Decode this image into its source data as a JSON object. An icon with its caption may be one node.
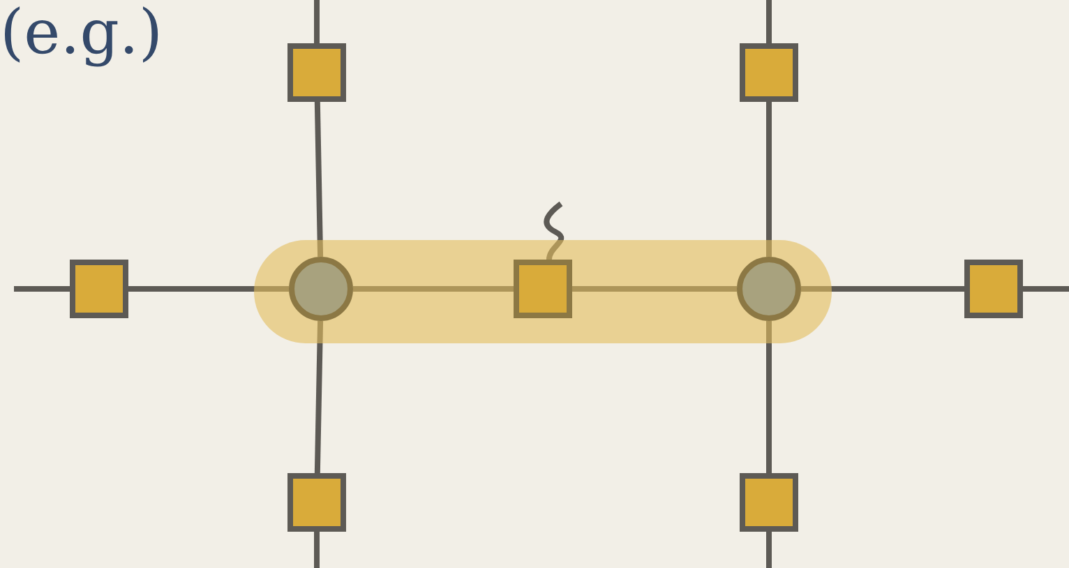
{
  "diagram": {
    "nodes": [
      {
        "text": [],
        "shape": "box"
      },
      {
        "text": [],
        "shape": "box"
      },
      {
        "text": [],
        "shape": "box"
      },
      {
        "text": [],
        "shape": "band"
      },
      {
        "text": [],
        "shape": "circle",
        "in": 3
      },
      {
        "text": [],
        "shape": "box",
        "in": 3
      },
      {
        "text": [],
        "shape": "circle",
        "in": 3
      },
      {
        "text": [],
        "shape": "box"
      },
      {
        "text": [],
        "shape": "box"
      },
      {
        "text": [],
        "shape": "box"
      }
    ],
    "edges": [
      {
        "from": null,
        "to": 0,
        "arrow": "none"
      },
      {
        "from": 0,
        "to": 4,
        "arrow": "none"
      },
      {
        "from": null,
        "to": 1,
        "arrow": "none"
      },
      {
        "from": 1,
        "to": 6,
        "arrow": "none"
      },
      {
        "from": null,
        "to": 2,
        "arrow": "none"
      },
      {
        "from": 2,
        "to": 4,
        "arrow": "none"
      },
      {
        "from": 4,
        "to": 5,
        "arrow": "none"
      },
      {
        "from": 5,
        "to": 6,
        "arrow": "none"
      },
      {
        "from": 6,
        "to": 7,
        "arrow": "none"
      },
      {
        "from": 7,
        "to": null,
        "arrow": "none"
      },
      {
        "from": 4,
        "to": 8,
        "arrow": "none"
      },
      {
        "from": 8,
        "to": null,
        "arrow": "none"
      },
      {
        "from": 6,
        "to": 9,
        "arrow": "none"
      },
      {
        "from": 9,
        "to": null,
        "arrow": "none"
      },
      {
        "from": 5,
        "to": null,
        "arrow": "none"
      }
    ],
    "labels": [
      "(e.g.)"
    ]
  }
}
